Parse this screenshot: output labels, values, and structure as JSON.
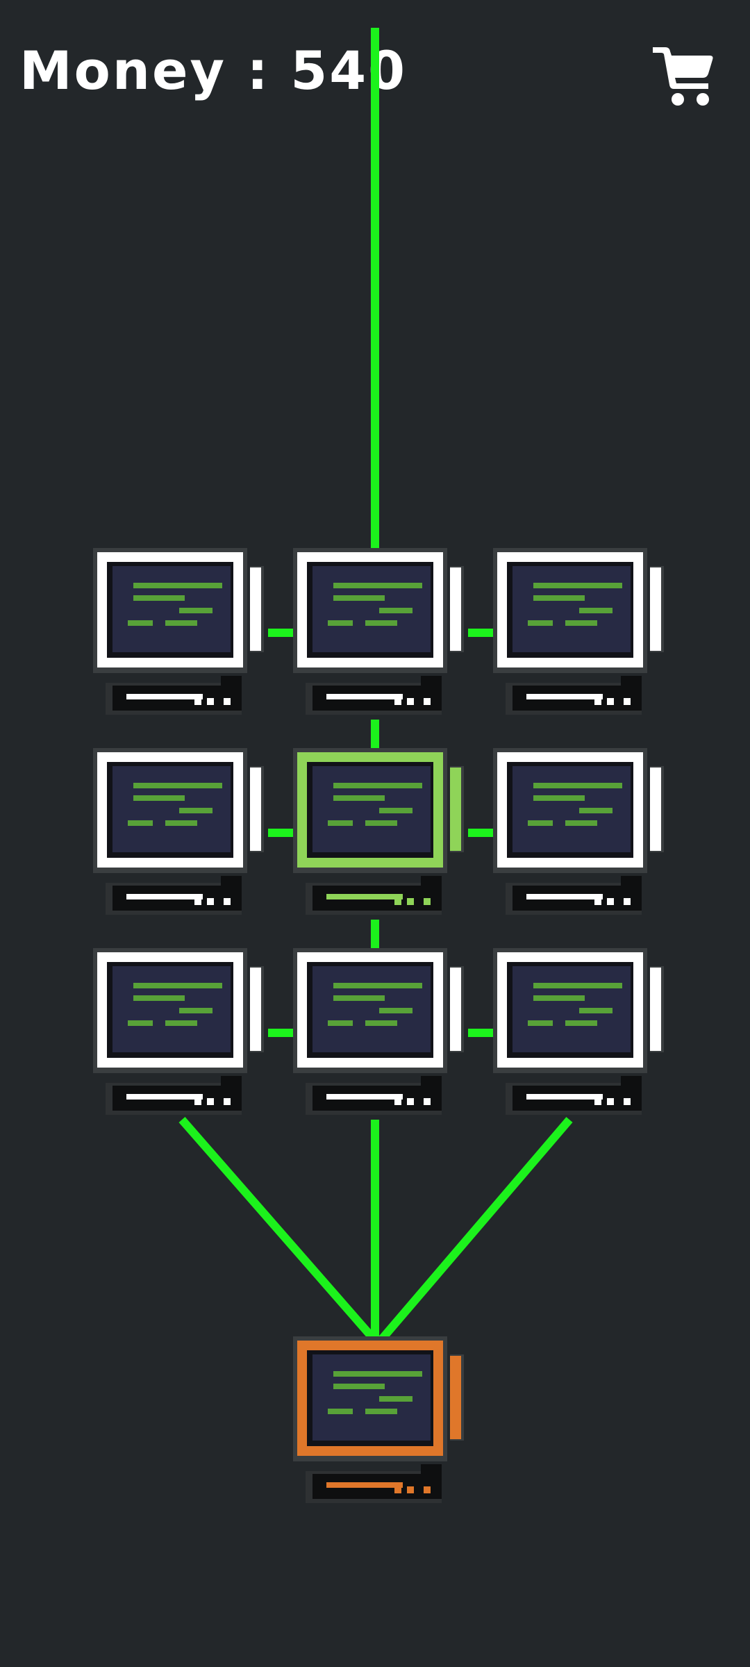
{
  "hud": {
    "money_label": "Money",
    "separator": " : ",
    "money_value": "540"
  },
  "icons": {
    "shop": "cart-icon"
  },
  "colors": {
    "background": "#23272a",
    "link": "#1cf21c",
    "computer_default": "#ffffff",
    "computer_selected": "#8fd458",
    "computer_server": "#e0772a",
    "screen": "#272a44",
    "screen_text": "#58a238"
  },
  "network": {
    "grid": [
      [
        {
          "state": "default"
        },
        {
          "state": "default"
        },
        {
          "state": "default"
        }
      ],
      [
        {
          "state": "default"
        },
        {
          "state": "selected"
        },
        {
          "state": "default"
        }
      ],
      [
        {
          "state": "default"
        },
        {
          "state": "default"
        },
        {
          "state": "default"
        }
      ]
    ],
    "server": {
      "state": "server"
    },
    "links": [
      "top-incoming-to-r0c1",
      "r0c0-r0c1",
      "r0c1-r0c2",
      "r1c0-r1c1",
      "r1c1-r1c2",
      "r2c0-r2c1",
      "r2c1-r2c2",
      "r0c1-r1c1",
      "r1c1-r2c1",
      "r2c0-server",
      "r2c1-server",
      "r2c2-server"
    ]
  }
}
